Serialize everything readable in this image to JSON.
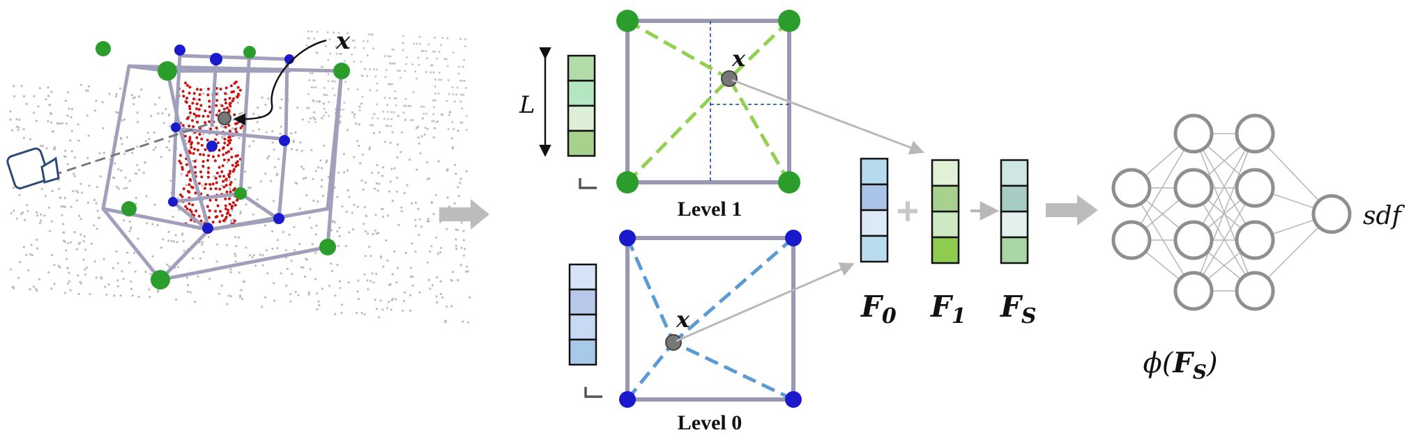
{
  "labels": {
    "query_point": "x",
    "feature_length": "L",
    "level_1": "Level 1",
    "level_0": "Level 0",
    "feature_f0": "F",
    "feature_f0_sub": "0",
    "feature_f1": "F",
    "feature_f1_sub": "1",
    "feature_fs": "F",
    "feature_fs_sub": "S",
    "plus_sign": "+",
    "decoder": "ϕ(",
    "decoder_arg": "F",
    "decoder_arg_sub": "S",
    "decoder_close": ")",
    "output": "sdf"
  },
  "feature_vectors": {
    "level_1_feature": [
      "#b3dba7",
      "#b5e6c2",
      "#dcefd6",
      "#a8d18e"
    ],
    "level_0_feature": [
      "#d7e3f7",
      "#b7c8eb",
      "#c7d9f3",
      "#a7c9ea"
    ],
    "f0": [
      "#b7dbee",
      "#a9c4e8",
      "#dce9f6",
      "#b9dcef"
    ],
    "f1": [
      "#e0f1d6",
      "#a9d18e",
      "#cfe8c4",
      "#8fcc4f"
    ],
    "fs": [
      "#cfe6e3",
      "#a6ccc4",
      "#e2f0ee",
      "#a9d7a4"
    ]
  },
  "mlp": {
    "layer_sizes": [
      2,
      4,
      4,
      1
    ]
  },
  "colors": {
    "octree_edge": "#a09fbc",
    "corner_green": "#2a9d2a",
    "corner_blue": "#1a1acc",
    "query_point": "#777777",
    "dash_green": "#92d050",
    "dash_blue": "#5b9bd5",
    "arrow_gray": "#b8b8b8",
    "point_cloud": "#bcbcbc",
    "scan_points": "#cc1111",
    "neuron": "#8f8f8f"
  }
}
